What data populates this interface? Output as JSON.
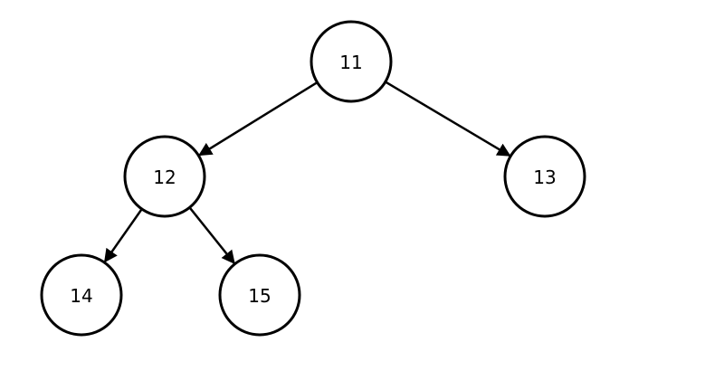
{
  "diagram": {
    "type": "binary-tree",
    "colors": {
      "stroke": "#000000",
      "fill": "#ffffff",
      "text": "#000000"
    },
    "nodes": [
      {
        "id": "n11",
        "label": "11"
      },
      {
        "id": "n12",
        "label": "12"
      },
      {
        "id": "n13",
        "label": "13"
      },
      {
        "id": "n14",
        "label": "14"
      },
      {
        "id": "n15",
        "label": "15"
      }
    ],
    "edges": [
      {
        "from": "n11",
        "to": "n12"
      },
      {
        "from": "n11",
        "to": "n13"
      },
      {
        "from": "n12",
        "to": "n14"
      },
      {
        "from": "n12",
        "to": "n15"
      }
    ]
  }
}
